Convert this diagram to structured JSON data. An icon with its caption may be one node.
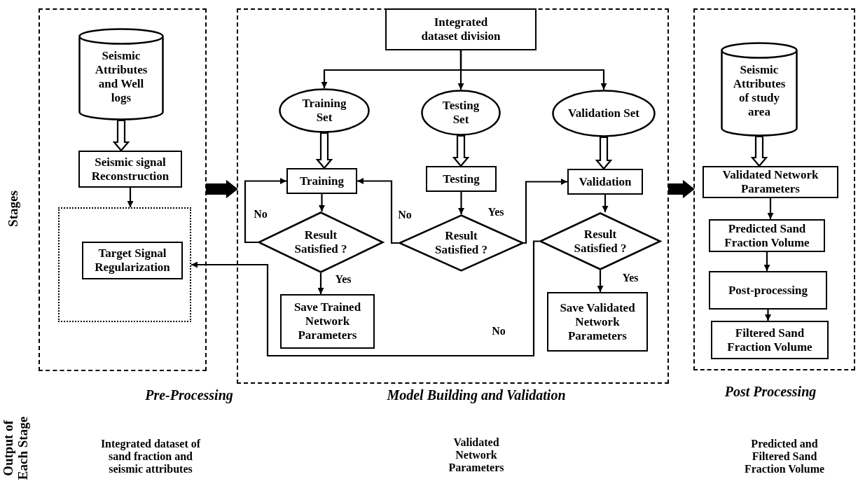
{
  "diagram": {
    "nodes": [
      {
        "text": [
          "Pre-Processing"
        ]
      },
      {
        "text": [
          "Seismic Attributes and Well logs"
        ],
        "in": 0
      },
      {
        "text": [
          "Seismic signal Reconstruction"
        ],
        "in": 0
      },
      {
        "text": [],
        "shape": "box",
        "in": 0
      },
      {
        "text": [
          "Target Signal Regularization"
        ],
        "in": 3
      },
      {
        "text": [
          "Model Building and Validation"
        ]
      },
      {
        "text": [
          "Integrated dataset division"
        ],
        "in": 5
      },
      {
        "text": [
          "Training Set"
        ],
        "in": 5
      },
      {
        "text": [
          "Testing Set"
        ],
        "in": 5
      },
      {
        "text": [
          "Validation Set"
        ],
        "in": 5
      },
      {
        "text": [
          "Training"
        ],
        "in": 5
      },
      {
        "text": [
          "Testing"
        ],
        "in": 5
      },
      {
        "text": [
          "Validation"
        ],
        "in": 5
      },
      {
        "text": [
          "Result Satisfied ?"
        ],
        "in": 5
      },
      {
        "text": [
          "Result Satisfied ?"
        ],
        "in": 5
      },
      {
        "text": [
          "Result Satisfied ?"
        ],
        "in": 5
      },
      {
        "text": [
          "Save Trained Network Parameters"
        ],
        "in": 5
      },
      {
        "text": [
          "Save Validated Network Parameters"
        ],
        "in": 5
      },
      {
        "text": [
          "Post Processing"
        ]
      },
      {
        "text": [
          "Seismic Attributes of study area"
        ],
        "in": 18
      },
      {
        "text": [
          "Validated Network Parameters"
        ],
        "in": 18
      },
      {
        "text": [
          "Predicted Sand Fraction Volume"
        ],
        "in": 18
      },
      {
        "text": [
          "Post-processing"
        ],
        "in": 18
      },
      {
        "text": [
          "Filtered Sand Fraction Volume"
        ],
        "in": 18
      }
    ],
    "edges": [
      {
        "from": 1,
        "to": 2,
        "arrow": "to",
        "style": "thick"
      },
      {
        "from": 2,
        "to": 3,
        "arrow": "to"
      },
      {
        "from": 6,
        "to": 7,
        "arrow": "to"
      },
      {
        "from": 6,
        "to": 8,
        "arrow": "to"
      },
      {
        "from": 6,
        "to": 9,
        "arrow": "to"
      },
      {
        "from": 7,
        "to": 10,
        "arrow": "to",
        "style": "thick"
      },
      {
        "from": 8,
        "to": 11,
        "arrow": "to",
        "style": "thick"
      },
      {
        "from": 9,
        "to": 12,
        "arrow": "to",
        "style": "thick"
      },
      {
        "from": 10,
        "to": 13,
        "arrow": "to"
      },
      {
        "from": 13,
        "to": 10,
        "arrow": "to",
        "label": "No"
      },
      {
        "from": 13,
        "to": 16,
        "arrow": "to",
        "label": "Yes"
      },
      {
        "from": 11,
        "to": 14,
        "arrow": "to"
      },
      {
        "from": 14,
        "to": 10,
        "arrow": "to",
        "label": "No"
      },
      {
        "from": 14,
        "to": 12,
        "arrow": "to",
        "label": "Yes"
      },
      {
        "from": 12,
        "to": 15,
        "arrow": "to"
      },
      {
        "from": 15,
        "to": 3,
        "arrow": "to",
        "label": "No"
      },
      {
        "from": 15,
        "to": 17,
        "arrow": "to",
        "label": "Yes"
      },
      {
        "from": 0,
        "to": 5,
        "arrow": "to",
        "style": "thick"
      },
      {
        "from": 5,
        "to": 18,
        "arrow": "to",
        "style": "thick"
      },
      {
        "from": 19,
        "to": 20,
        "arrow": "to",
        "style": "thick"
      },
      {
        "from": 20,
        "to": 21,
        "arrow": "to"
      },
      {
        "from": 21,
        "to": 22,
        "arrow": "to"
      },
      {
        "from": 22,
        "to": 23,
        "arrow": "to"
      }
    ],
    "labels": [
      "Stages",
      "Output of Each Stage",
      "Integrated dataset of sand fraction and seismic attributes",
      "Validated Network Parameters",
      "Predicted and Filtered Sand Fraction Volume"
    ]
  }
}
